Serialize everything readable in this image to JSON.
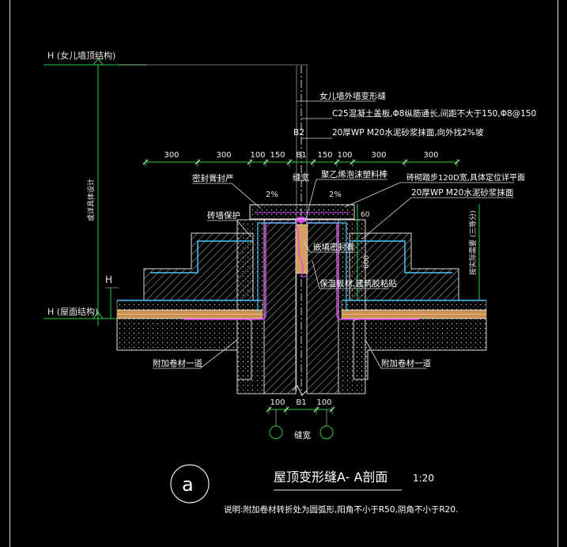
{
  "drawing": {
    "title": "屋顶变形缝A- A剖面",
    "scale": "1:20",
    "view_label": "a",
    "note": "说明:附加卷材转折处为圆弧形,阳角不小于R50,阴角不小于R20."
  },
  "levels": {
    "parapet_top": "H (女儿墙顶结构)",
    "roof": "H (屋面结构)",
    "h_mark": "H",
    "vertical_dim": "或详具体设计",
    "right_vertical": "按实际需要 (三等分)"
  },
  "dimensions": {
    "top_row": [
      "300",
      "300",
      "100",
      "150",
      "B1",
      "150",
      "100",
      "300",
      "300"
    ],
    "b2": "B2",
    "bottom_row": [
      "100",
      "B1",
      "100"
    ],
    "gap_label_top": "缝宽",
    "gap_label_bottom": "缝宽",
    "height_60": "60",
    "height_600": "600",
    "slope_left": "2%",
    "slope_right": "2%"
  },
  "callouts": {
    "deformation": "女儿墙外墙变形缝",
    "cover_line1": "C25混凝土盖板,Φ8纵筋通长,间距不大于150,Φ8@150",
    "cover_line2": "20厚WP M20水泥砂浆抹面,向外找2%坡",
    "sealant": "密封膏封严",
    "foam": "聚乙烯泡沫塑料棒",
    "brick": "砖墙保护",
    "brick_pier": "砖砌踏步120D宽,具体定位详平面",
    "plaster": "20厚WP M20水泥砂浆抹面",
    "seal_fill": "嵌填密封膏",
    "insul": "保温板材,建筑胶粘贴",
    "add_left": "附加卷材一道",
    "add_right": "附加卷材一道"
  }
}
